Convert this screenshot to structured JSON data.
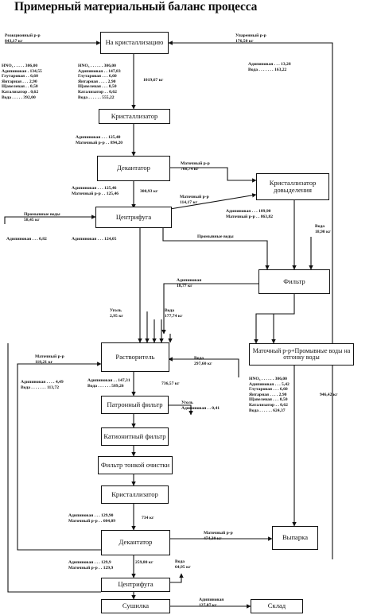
{
  "title": "Примерный материальный баланс процесса",
  "units": {
    "b1": "На кристаллизацию",
    "b2": "Кристаллизатор",
    "b3": "Декантатор",
    "b4": "Кристаллизатор довыделения",
    "b5": "Центрифуга",
    "b6": "Фильтр",
    "b7": "Растворитель",
    "b8": "Маточный р-р+Промывные воды на отгонку воды",
    "b9": "Патронный фильтр",
    "b10": "Катионитный фильтр",
    "b11": "Фильтр тонкой очистки",
    "b12": "Кристаллизатор",
    "b13": "Декантатор",
    "b14": "Выпарка",
    "b15": "Центрифуга",
    "b16": "Сушилка",
    "b17": "Склад"
  },
  "labels": {
    "l1": "Реакционный р-р\n843,17 кг",
    "l2": "Упаренный р-р\n176,50 кг",
    "l3": "HNO₃ . . . . . 306,00\nАдипиновая . 134,55\nГлутаровая . . 6,60\nЯнтарная . . . 2,90\nЩавелевая . . 0,50\nКатализатор . 0,62\nВода . . . . . 392,00",
    "l4": "HNO₃ . . . . . . 306,00\nАдипиновая . . 147,83\nГлутаровая . . . 6,60\nЯнтарная . . . . 2,90\nЩавелевая . . . 0,50\nКатализатор . . 0,62\nВода . . . . . . 555,22",
    "l5": "1019,67 кг",
    "l6": "Адипиновая . . . 13,28\nВода . . . . . . . 163,22",
    "l7": "Адипиновая . . . 125,40\nМаточный р-р . . 894,20",
    "l8": "Маточный р-р\n768,74 кг",
    "l9": "Адипиновая . . . 125,46\nМаточный р-р . . 125,46",
    "l10": "300,93 кг",
    "l11": "Маточный р-р\n114,17 кг",
    "l12": "Адипиновая . . . 189,90\nМаточный р-р . . 863,82",
    "l13": "Промывные воды\n58,45 кг",
    "l14": "Адипиновая . . . 0,82",
    "l15": "Адипиновая . . . 124,05",
    "l16": "Промывные воды",
    "l17": "Вода\n18,90 кг",
    "l18": "Адипиновая\n18,77 кг",
    "l19": "Уголь\n2,95 кг",
    "l20": "Вода\n177,74 кг",
    "l21": "Маточный р-р\n118,21 кг",
    "l22": "Адипиновая . . . . 4,49\nВода . . . . . . . 113,72",
    "l23": "Адипиновая . . 147,31\nВода . . . . . . 589,26",
    "l24": "736,57 кг",
    "l25": "Вода\n297,60 кг",
    "l26": "Уголь\nАдипиновая . . 0,41",
    "l27": "HNO₃ . . . . . . 306,00\nАдипиновая . . . 5,42\nГлутаровая . . . 6,60\nЯнтарная . . . . 2,90\nЩавелевая . . . 0,50\nКатализатор . . 0,62\nВода . . . . . . 624,37",
    "l28": "946,42 кг",
    "l29": "Адипиновая . . . 129,90\nМаточный р-р . . 604,09",
    "l30": "734 кг",
    "l31": "Маточный р-р\n474,30 кг",
    "l32": "Адипиновая . . . 129,9\nМаточный р-р . . 129,9",
    "l33": "259,80 кг",
    "l34": "Вода\n64,95 кг",
    "l35": "Адипиновая\n127,87 кг"
  }
}
